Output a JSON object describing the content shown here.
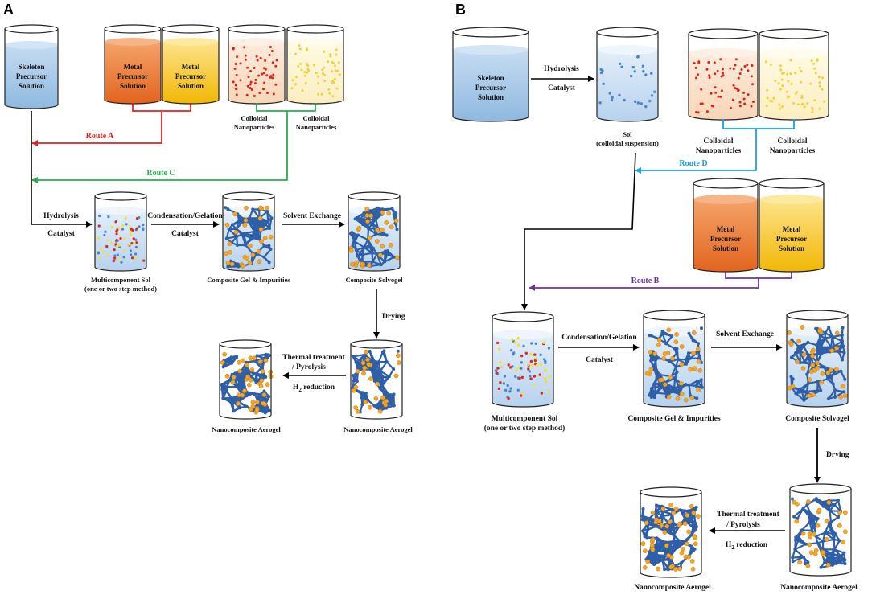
{
  "colors": {
    "route_a": "#e8211d",
    "route_b": "#7030a0",
    "route_c": "#22b14c",
    "route_d": "#1ba1e2",
    "metal_left": "#ea7a2e",
    "metal_right": "#f6c417",
    "skeleton": "#9dc3e6",
    "colloid_red_bg": "#fbe3cf",
    "colloid_yellow_bg": "#fdf5d4",
    "network": "#2e5fa8",
    "particle": "#f5a623"
  },
  "panelA": {
    "letter": "A",
    "skeleton": "Skeleton Precursor Solution",
    "metal_left": "Metal Precursor Solution",
    "metal_right": "Metal Precursor Solution",
    "colloid_left": "Colloidal Nanoparticles",
    "colloid_right": "Colloidal Nanoparticles",
    "route_a": "Route A",
    "route_c": "Route C",
    "hydrolysis": "Hydrolysis",
    "catalyst_1": "Catalyst",
    "sol_label": "Multicomponent Sol",
    "sol_sub": "(one or two step method)",
    "condensation": "Condensation/Gelation",
    "catalyst_2": "Catalyst",
    "gel_label": "Composite Gel & Impurities",
    "solvent_exchange": "Solvent Exchange",
    "solvogel_label": "Composite Solvogel",
    "drying": "Drying",
    "aerogel_dry": "Nanocomposite Aerogel",
    "thermal": "Thermal treatment",
    "pyrolysis": "/ Pyrolysis",
    "h2_pre": "H",
    "h2_sub": "2",
    "h2_post": " reduction",
    "aerogel_final": "Nanocomposite Aerogel"
  },
  "panelB": {
    "letter": "B",
    "skeleton": "Skeleton Precursor Solution",
    "hydrolysis": "Hydrolysis",
    "catalyst_1": "Catalyst",
    "sol_label": "Sol",
    "sol_sub": "(colloidal suspension)",
    "colloid_left": "Colloidal Nanoparticles",
    "colloid_right": "Colloidal Nanoparticles",
    "route_d": "Route D",
    "metal_left": "Metal Precursor Solution",
    "metal_right": "Metal Precursor Solution",
    "route_b": "Route B",
    "multi_label": "Multicomponent Sol",
    "multi_sub": "(one or two step method)",
    "condensation": "Condensation/Gelation",
    "catalyst_2": "Catalyst",
    "gel_label": "Composite Gel & Impurities",
    "solvent_exchange": "Solvent Exchange",
    "solvogel_label": "Composite Solvogel",
    "drying": "Drying",
    "aerogel_dry": "Nanocomposite Aerogel",
    "thermal": "Thermal treatment",
    "pyrolysis": "/ Pyrolysis",
    "h2_pre": "H",
    "h2_sub": "2",
    "h2_post": " reduction",
    "aerogel_final": "Nanocomposite Aerogel"
  }
}
